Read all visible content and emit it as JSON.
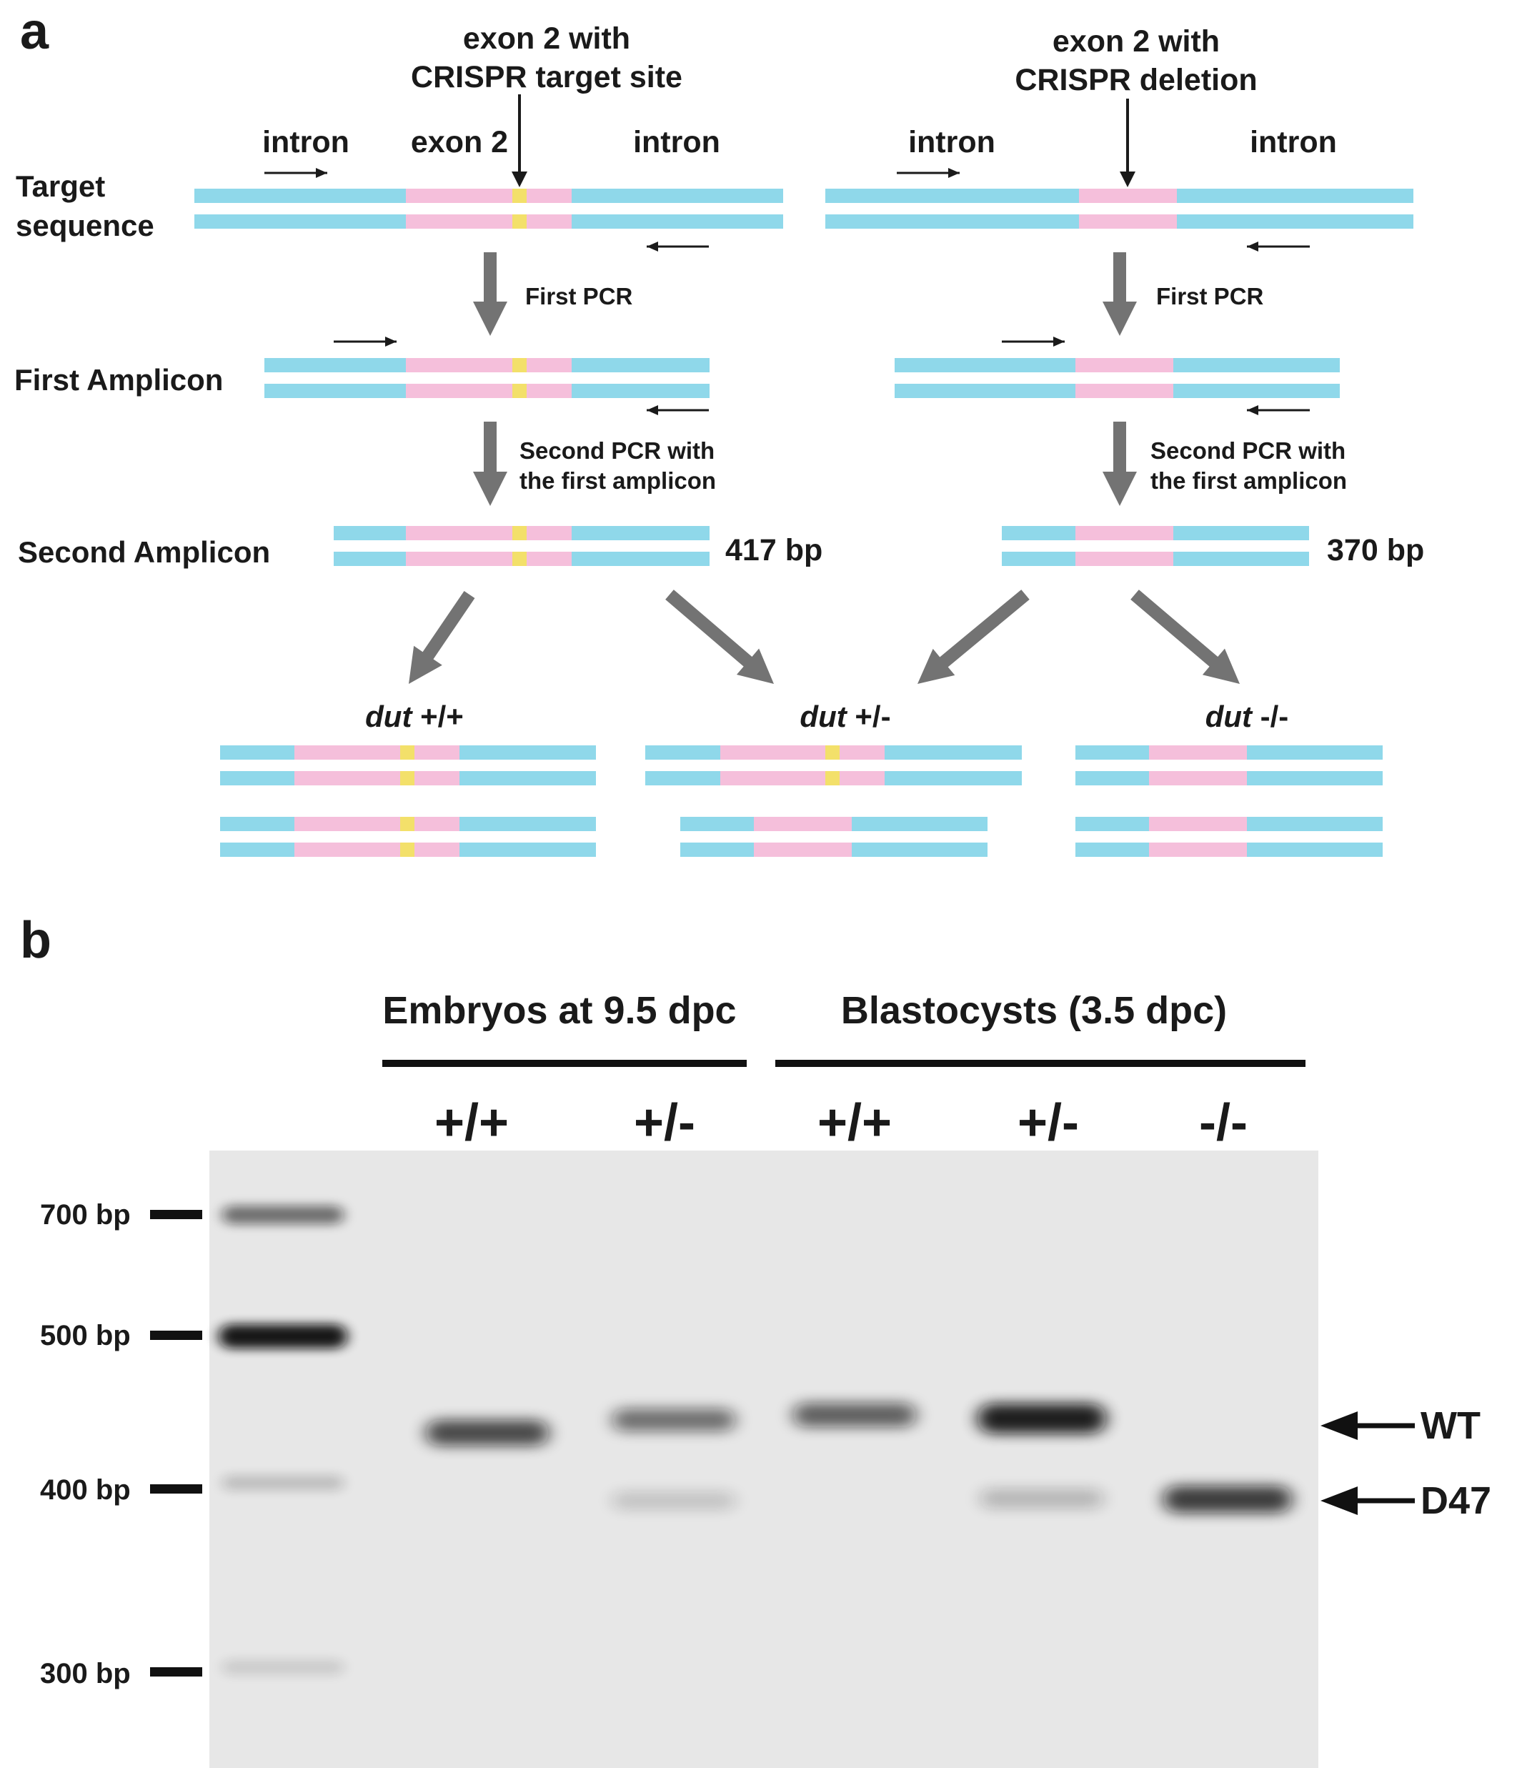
{
  "panel_a": {
    "label": "a",
    "callout_left_line1": "exon 2 with",
    "callout_left_line2": "CRISPR target site",
    "callout_right_line1": "exon 2 with",
    "callout_right_line2": "CRISPR deletion",
    "region_intron": "intron",
    "region_exon2": "exon 2",
    "row_target_line1": "Target",
    "row_target_line2": "sequence",
    "row_first_amplicon": "First Amplicon",
    "row_second_amplicon": "Second Amplicon",
    "step_first_pcr": "First PCR",
    "step_second_pcr_line1": "Second PCR with",
    "step_second_pcr_line2": "the first amplicon",
    "size_wt": "417 bp",
    "size_del": "370 bp",
    "genotypes": [
      {
        "prefix": "dut",
        "suffix": " +/+"
      },
      {
        "prefix": "dut",
        "suffix": " +/-"
      },
      {
        "prefix": "dut",
        "suffix": " -/-"
      }
    ],
    "colors": {
      "intron": "#8fd8ea",
      "exon": "#f5bfdb",
      "target_site": "#f3e06a",
      "big_arrow": "#737373",
      "primer_arrow": "#1a1a1a"
    }
  },
  "panel_b": {
    "label": "b",
    "group_embryos": "Embryos at 9.5 dpc",
    "group_blastocysts": "Blastocysts (3.5 dpc)",
    "lanes": [
      "+/+",
      "+/-",
      "+/+",
      "+/-",
      "-/-"
    ],
    "ladder": [
      "700 bp",
      "500 bp",
      "400 bp",
      "300 bp"
    ],
    "band_wt": "WT",
    "band_del": "D47",
    "gel_background": "#e7e7e7",
    "band_color": "#111111"
  }
}
